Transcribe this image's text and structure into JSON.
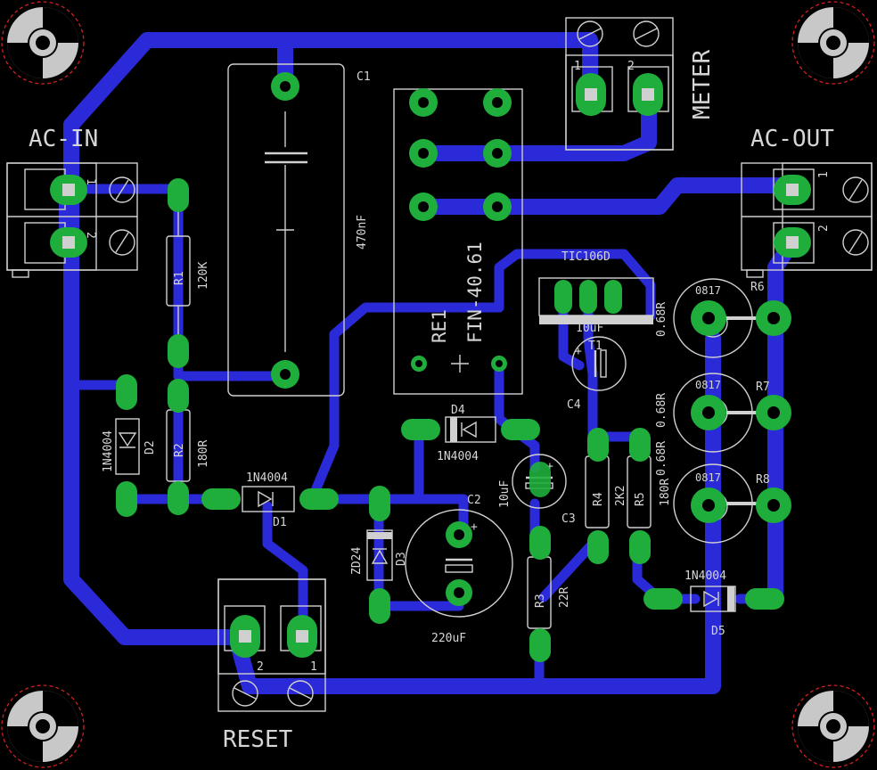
{
  "connectors": {
    "ac_in": {
      "name": "AC-IN",
      "pin1": "1",
      "pin2": "2"
    },
    "ac_out": {
      "name": "AC-OUT",
      "pin1": "1",
      "pin2": "2"
    },
    "meter": {
      "name": "METER",
      "pin1": "1",
      "pin2": "2"
    },
    "reset": {
      "name": "RESET",
      "pin1": "1",
      "pin2": "2"
    }
  },
  "components": {
    "C1": {
      "ref": "C1",
      "value": "470nF"
    },
    "RE1": {
      "ref": "RE1",
      "value": "FIN-40.61"
    },
    "R1": {
      "ref": "R1",
      "value": "120K"
    },
    "R2": {
      "ref": "R2",
      "value": "180R"
    },
    "R3": {
      "ref": "R3",
      "value": "22R"
    },
    "R4": {
      "ref": "R4",
      "value": "2K2"
    },
    "R5": {
      "ref": "R5",
      "value": "180R"
    },
    "R6": {
      "ref": "R6",
      "value": "0.68R",
      "body": "0817"
    },
    "R7": {
      "ref": "R7",
      "value": "0.68R",
      "body": "0817"
    },
    "R8": {
      "ref": "R8",
      "value": "0.68R",
      "body": "0817"
    },
    "D1": {
      "ref": "D1",
      "value": "1N4004"
    },
    "D2": {
      "ref": "D2",
      "value": "1N4004"
    },
    "D3": {
      "ref": "D3",
      "value": "ZD24"
    },
    "D4": {
      "ref": "D4",
      "value": "1N4004"
    },
    "D5": {
      "ref": "D5",
      "value": "1N4004"
    },
    "C2": {
      "ref": "C2",
      "value": "220uF"
    },
    "C3": {
      "ref": "C3",
      "value": "10uF"
    },
    "C4": {
      "ref": "C4",
      "value": "10uF"
    },
    "T1": {
      "ref": "T1",
      "value": "TIC106D"
    }
  },
  "colors": {
    "background": "#000000",
    "trace": "#2a2ad8",
    "pad": "#1fae3c",
    "silkscreen": "#d0d0d0",
    "mounting_ring": "#c8c8c8",
    "mounting_edge": "#d02020"
  }
}
